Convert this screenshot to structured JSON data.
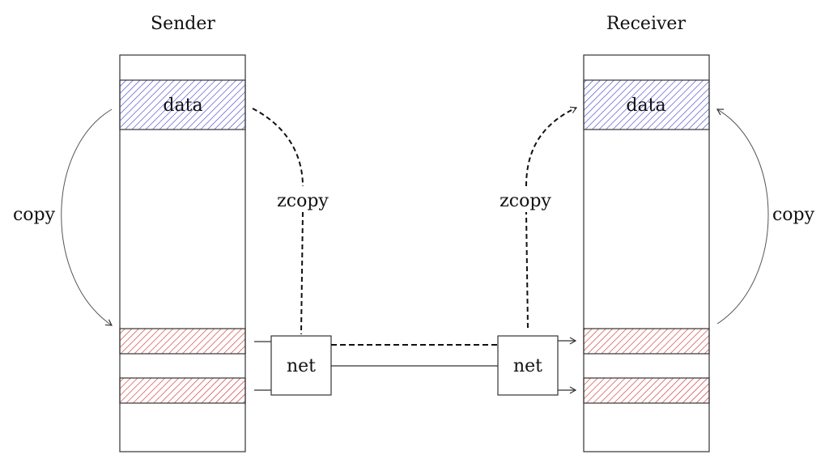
{
  "sender": {
    "title": "Sender",
    "data_label": "data"
  },
  "receiver": {
    "title": "Receiver",
    "data_label": "data"
  },
  "edges": {
    "sender_copy": "copy",
    "receiver_copy": "copy",
    "sender_zcopy": "zcopy",
    "receiver_zcopy": "zcopy"
  },
  "net": {
    "left_label": "net",
    "right_label": "net"
  },
  "colors": {
    "data_hatch": "#3333cc",
    "buffer_hatch": "#cc2222",
    "stroke": "#333333"
  }
}
